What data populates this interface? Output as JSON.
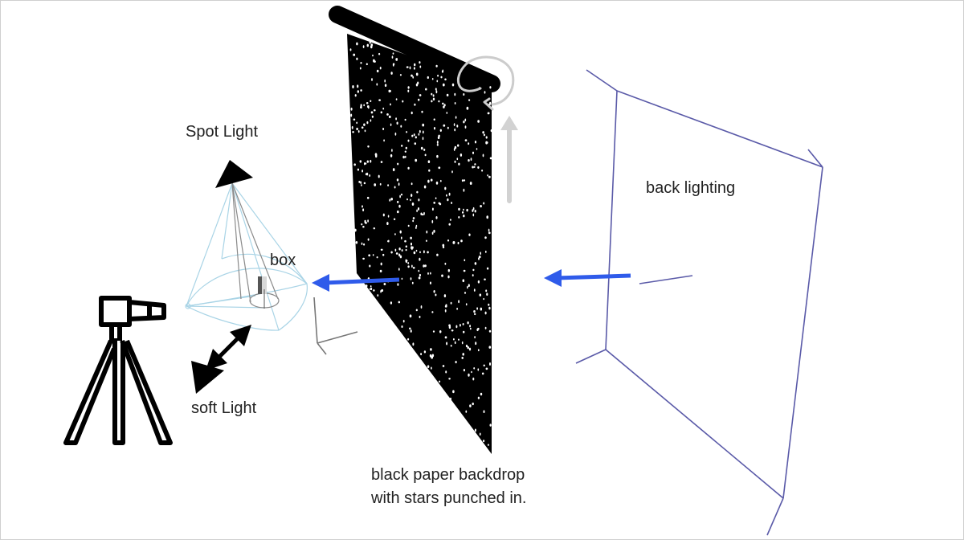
{
  "labels": {
    "spot_light": "Spot Light",
    "box": "box",
    "soft_light": "soft Light",
    "back_lighting": "back lighting",
    "backdrop_line1": "black paper backdrop",
    "backdrop_line2": "with stars punched in."
  },
  "icons": {
    "camera": "camera-on-tripod-icon",
    "spot_light": "spot-light-triangle-icon",
    "soft_light": "soft-light-triangle-icon",
    "rotate": "rotate-arrow-icon"
  },
  "colors": {
    "light_arrow": "#2f5bea",
    "backdrop": "#000000",
    "back_frame": "#5a5aa8",
    "rotate_arrow": "#c8c8c8",
    "light_cone": "#a9d4e6"
  }
}
